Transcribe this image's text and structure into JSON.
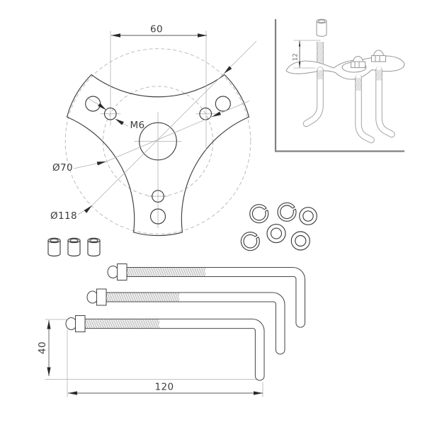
{
  "drawing": {
    "top_view": {
      "dim_hole_spacing": "60",
      "thread_label": "M6",
      "bolt_circle_dia": "Ø70",
      "outer_dia": "Ø118"
    },
    "inset": {
      "thread_protrusion_dim": "12"
    },
    "bolt": {
      "leg_length_dim": "40",
      "total_length_dim": "120"
    }
  }
}
